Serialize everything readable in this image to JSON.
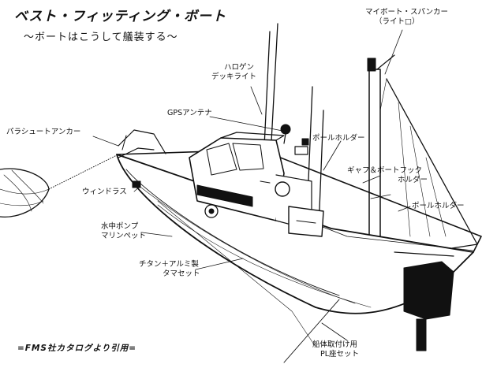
{
  "title": "ベスト・フィッティング・ボート",
  "subtitle": "〜ボートはこうして艤装する〜",
  "credit": "=FMS社カタログより引用=",
  "labels": {
    "mast_line1": "マイボート・スパンカー",
    "mast_line2": "（ライト□）",
    "halogen_line1": "ハロゲン",
    "halogen_line2": "デッキライト",
    "gps": "GPSアンテナ",
    "parachute": "パラシュートアンカー",
    "pole_holder_top": "ポールホルダー",
    "gaff_line1": "ギャフ＆ボートフック",
    "gaff_line2": "ホルダー",
    "windlass": "ウィンドラス",
    "pole_holder_right": "ポールホルダー",
    "pump_line1": "水中ポンプ",
    "pump_line2": "マリンペット",
    "ti_line1": "チタン＋アルミ製",
    "ti_line2": "タマセット",
    "pl_line1": "船体取付け用",
    "pl_line2": "PL座セット"
  }
}
